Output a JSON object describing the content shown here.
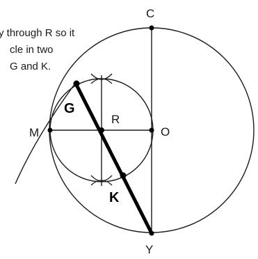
{
  "caption": {
    "lines": [
      "y through R so it",
      "cle in two",
      "G and K."
    ]
  },
  "points": {
    "C": "C",
    "O": "O",
    "R": "R",
    "M": "M",
    "Y": "Y",
    "G": "G",
    "K": "K"
  },
  "colors": {
    "stroke": "#1a1a1a",
    "background": "#ffffff"
  }
}
